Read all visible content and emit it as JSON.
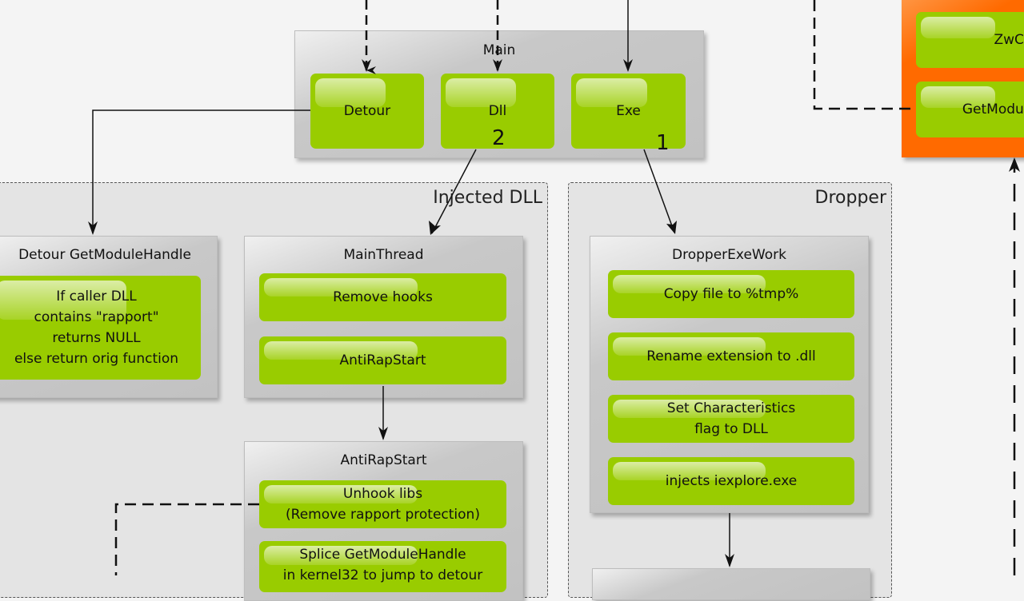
{
  "regions": {
    "injected_dll": "Injected DLL",
    "dropper": "Dropper"
  },
  "main": {
    "title": "Main",
    "items": [
      "Detour",
      "Dll",
      "Exe"
    ],
    "step_dll": "2",
    "step_exe": "1"
  },
  "detour_gmh": {
    "title": "Detour GetModuleHandle",
    "body": "If caller DLL\ncontains \"rapport\"\nreturns NULL\nelse return orig function"
  },
  "main_thread": {
    "title": "MainThread",
    "items": [
      "Remove hooks",
      "AntiRapStart"
    ]
  },
  "anti_rap_start": {
    "title": "AntiRapStart",
    "items": [
      "Unhook libs\n(Remove rapport protection)",
      "Splice GetModuleHandle\nin kernel32 to jump to detour"
    ]
  },
  "dropper_exe_work": {
    "title": "DropperExeWork",
    "items": [
      "Copy file to %tmp%",
      "Rename extension to .dll",
      "Set Characteristics\nflag to DLL",
      "injects iexplore.exe"
    ]
  },
  "hooked": {
    "items": [
      "ZwClo",
      "GetModule"
    ]
  },
  "colors": {
    "green": "#99cc00",
    "orange": "#ff6a00",
    "group": "#c4c4c4"
  }
}
